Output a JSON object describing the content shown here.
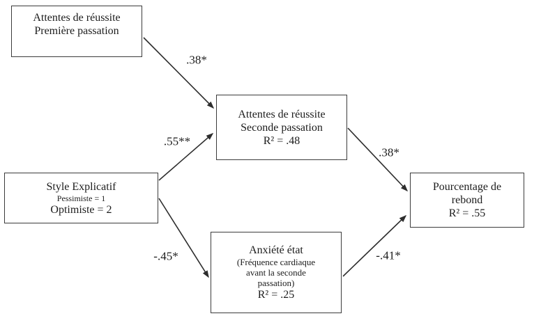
{
  "diagram": {
    "background": "#ffffff",
    "box_border_color": "#3b3b3b",
    "arrow_color": "#2d2d2d",
    "text_color": "#1c1c1c",
    "nodes": {
      "attentes_premiere": {
        "text": "Attentes de réussite\nPremière passation"
      },
      "attentes_seconde": {
        "text": "Attentes de réussite\nSeconde passation",
        "r2": "R² = .48"
      },
      "style_explicatif": {
        "title": "Style Explicatif",
        "coding_pessimiste": "Pessimiste = 1",
        "coding_optimiste": "Optimiste = 2"
      },
      "anxiete_etat": {
        "title": "Anxiété état",
        "subtitle": "(Fréquence cardiaque\navant la seconde\npassation)",
        "r2": "R² = .25"
      },
      "pourcentage_rebond": {
        "text": "Pourcentage de\nrebond",
        "r2": "R² = .55"
      }
    },
    "edges": [
      {
        "from": "attentes_premiere",
        "to": "attentes_seconde",
        "label": ".38*"
      },
      {
        "from": "style_explicatif",
        "to": "attentes_seconde",
        "label": ".55**"
      },
      {
        "from": "style_explicatif",
        "to": "anxiete_etat",
        "label": "-.45*"
      },
      {
        "from": "attentes_seconde",
        "to": "pourcentage_rebond",
        "label": ".38*"
      },
      {
        "from": "anxiete_etat",
        "to": "pourcentage_rebond",
        "label": "-.41*"
      }
    ]
  }
}
